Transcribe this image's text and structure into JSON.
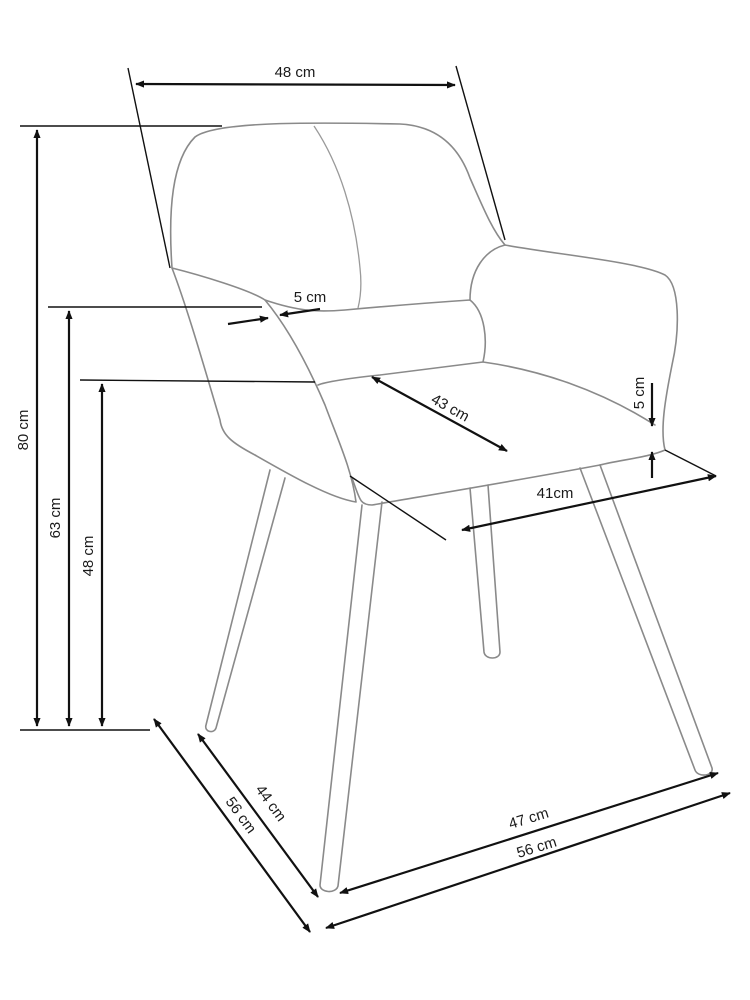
{
  "dimensions": {
    "top_width": "48 cm",
    "total_height": "80 cm",
    "armrest_height": "63 cm",
    "seat_height": "48 cm",
    "armrest_width": "5 cm",
    "seat_depth": "43 cm",
    "armrest_thickness": "5 cm",
    "seat_width": "41cm",
    "inner_depth": "44 cm",
    "outer_depth": "56 cm",
    "inner_width": "47 cm",
    "outer_width": "56 cm"
  },
  "colors": {
    "outline": "#8a8a8a",
    "dimension_line": "#111111",
    "background": "#ffffff"
  }
}
